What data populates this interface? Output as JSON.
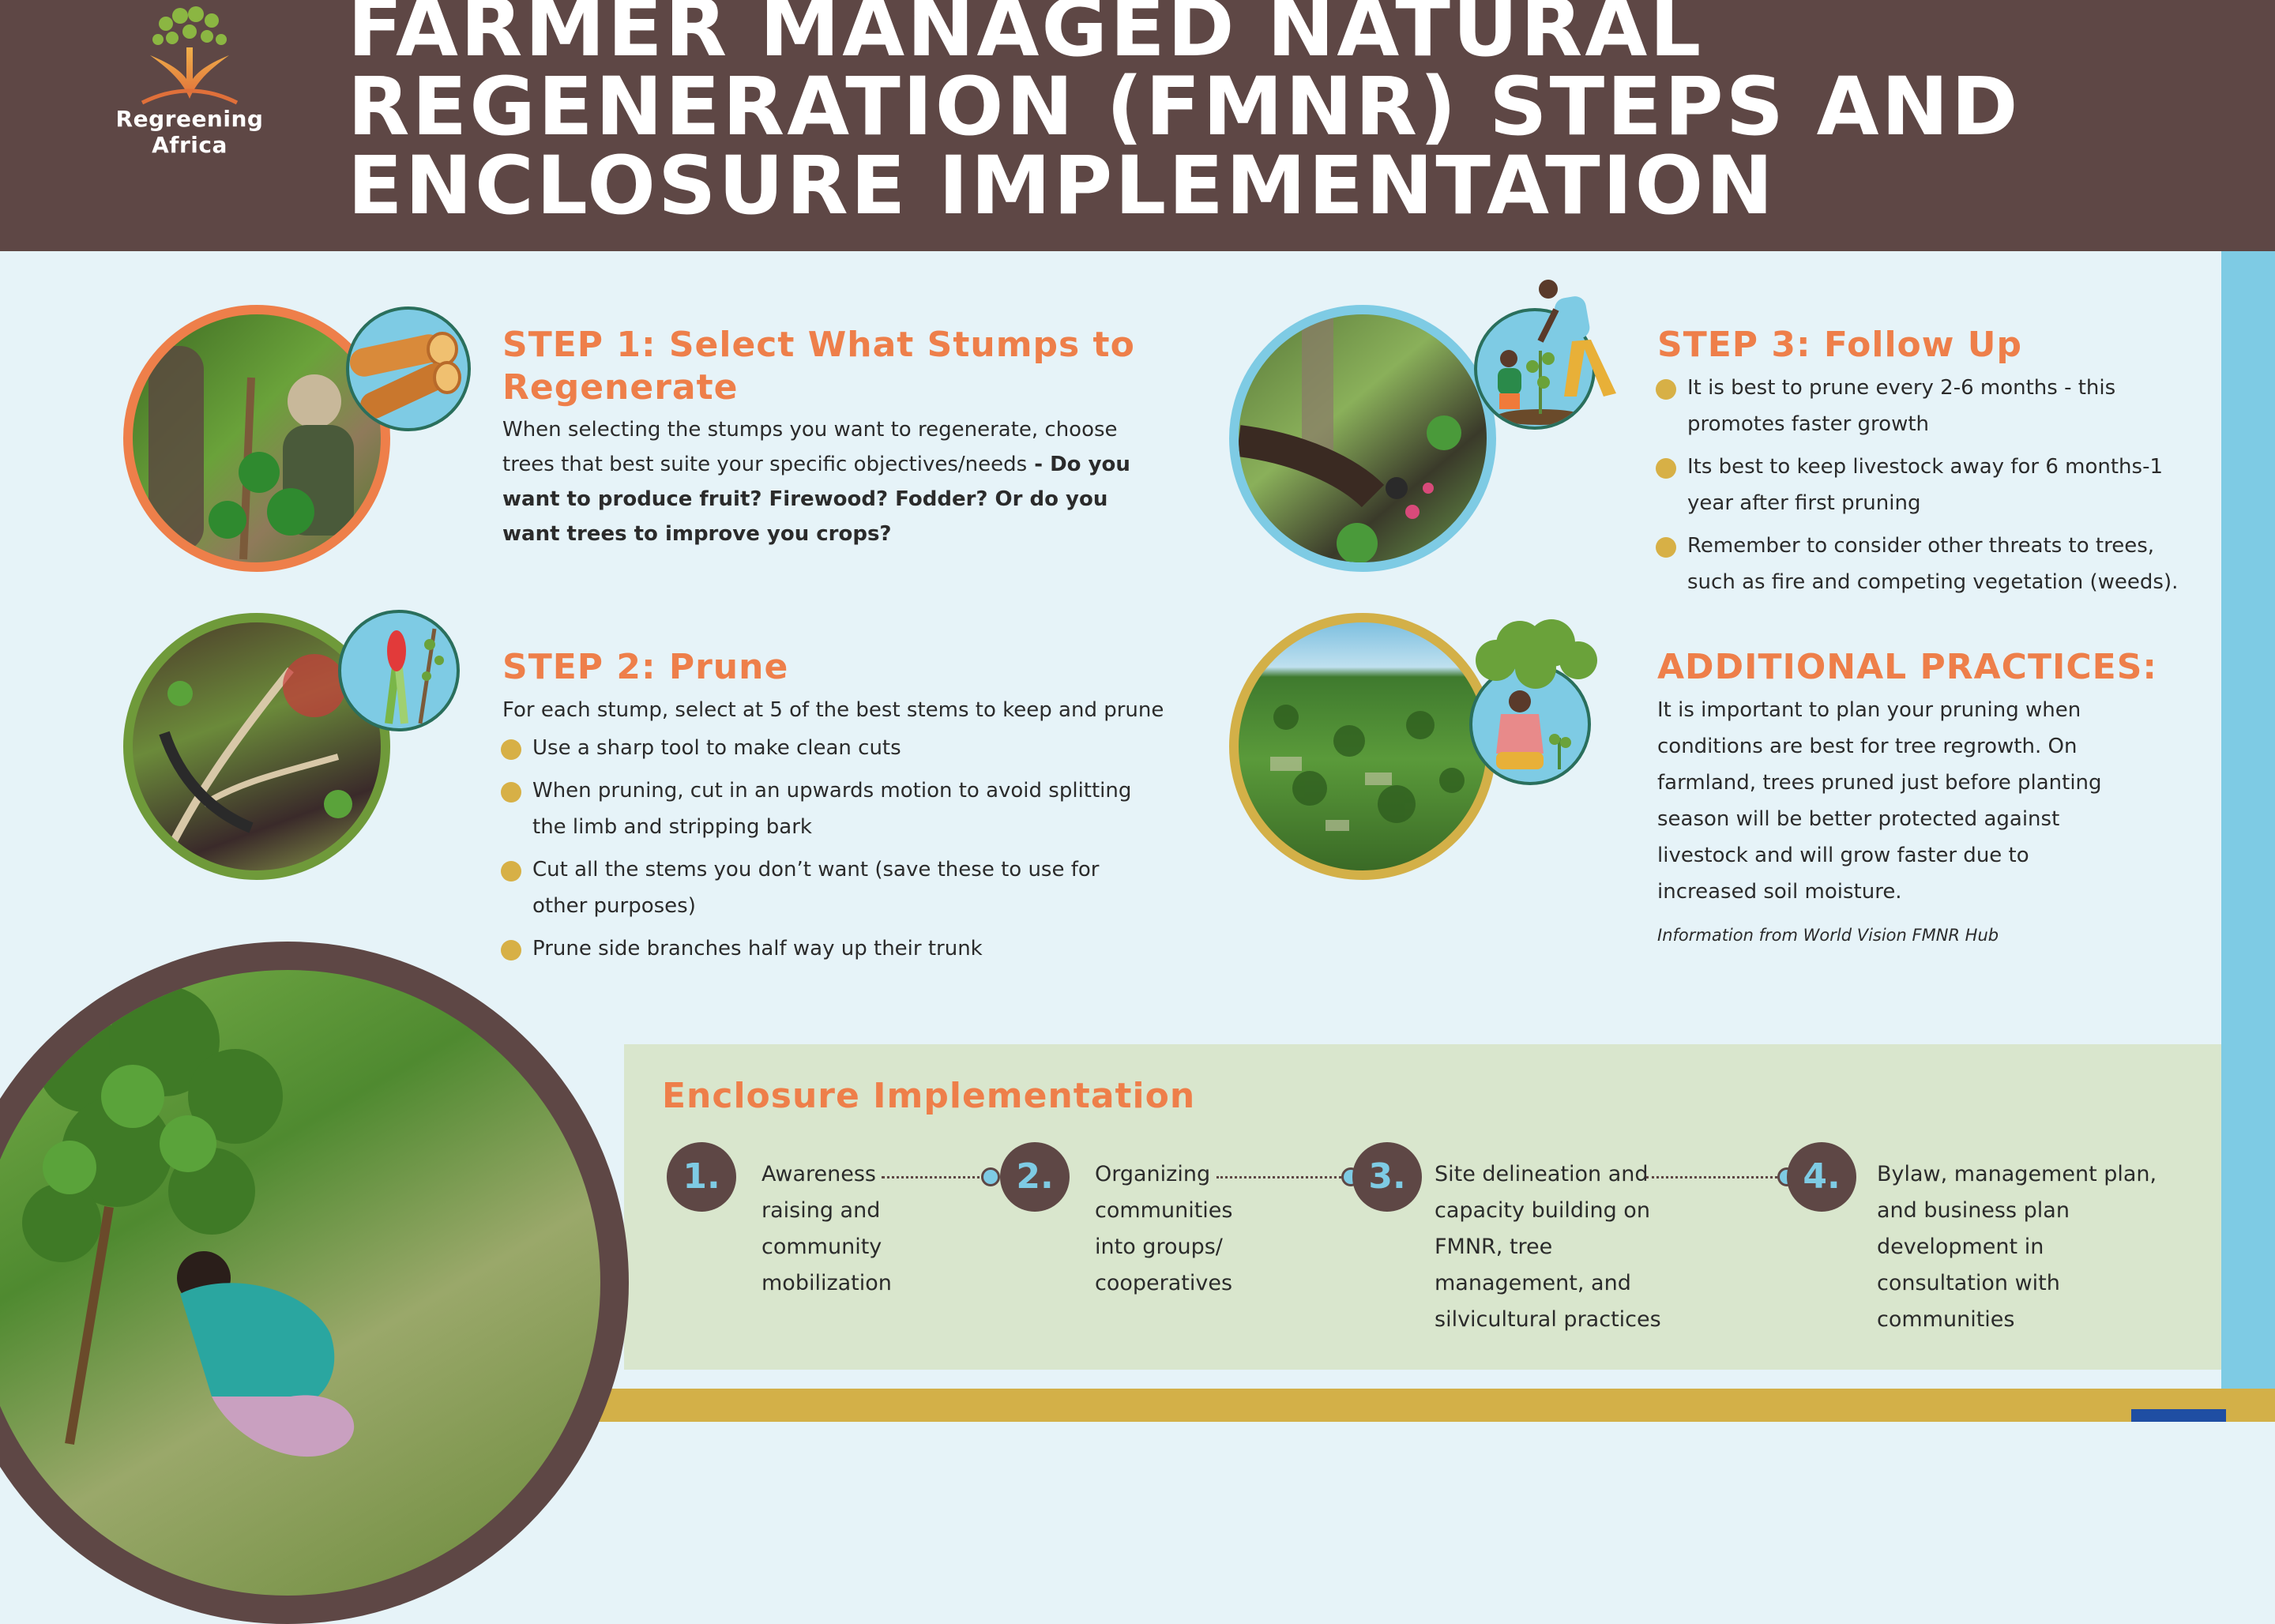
{
  "header": {
    "logo_text": "Regreening Africa",
    "title_lines": [
      "FARMER MANAGED NATURAL",
      "REGENERATION (FMNR) STEPS AND",
      "ENCLOSURE IMPLEMENTATION"
    ]
  },
  "colors": {
    "header_bg": "#5e4745",
    "accent_orange": "#ee7f4a",
    "accent_blue": "#7ecbe4",
    "bullet_gold": "#d7b046",
    "panel_bg": "#e6f3f8",
    "enclosure_bg": "#d9e6cd",
    "footer_bg": "#d3b048"
  },
  "step1": {
    "heading_line1": "STEP 1: Select What Stumps to",
    "heading_line2": "Regenerate",
    "body_intro": "When selecting the stumps you want to regenerate, choose trees that best suite your specific objectives/needs",
    "body_bold": " - Do you want to produce fruit? Firewood? Fodder? Or do you want trees to improve you crops?"
  },
  "step2": {
    "heading": "STEP 2: Prune",
    "intro": "For each stump, select at 5 of the best stems to keep and prune",
    "bullets": [
      "Use a sharp tool to make clean cuts",
      "When pruning, cut in an upwards motion to avoid splitting the limb and stripping bark",
      "Cut all the stems you don’t want (save these to use for other purposes)",
      "Prune side branches half way up their trunk"
    ]
  },
  "step3": {
    "heading": "STEP 3: Follow Up",
    "bullets": [
      "It is best to prune every 2-6 months - this promotes faster growth",
      "Its best to keep livestock away for 6 months-1 year after first pruning",
      "Remember to consider other threats to trees, such as fire and competing vegetation (weeds)."
    ]
  },
  "additional": {
    "heading": "ADDITIONAL PRACTICES:",
    "body": "It is important to plan your pruning when conditions are best for tree regrowth. On farmland, trees pruned just before planting season will be better protected against livestock and will grow faster due to increased soil moisture.",
    "source": "Information from World Vision FMNR Hub"
  },
  "enclosure": {
    "title": "Enclosure Implementation",
    "steps": [
      {
        "num": "1.",
        "text": "Awareness raising and community mobilization"
      },
      {
        "num": "2.",
        "text": "Organizing communities into groups/ cooperatives"
      },
      {
        "num": "3.",
        "text": "Site delineation and capacity building on FMNR, tree management, and silvicultural practices"
      },
      {
        "num": "4.",
        "text": "Bylaw, management plan, and business plan development in consultation with communities"
      }
    ]
  }
}
